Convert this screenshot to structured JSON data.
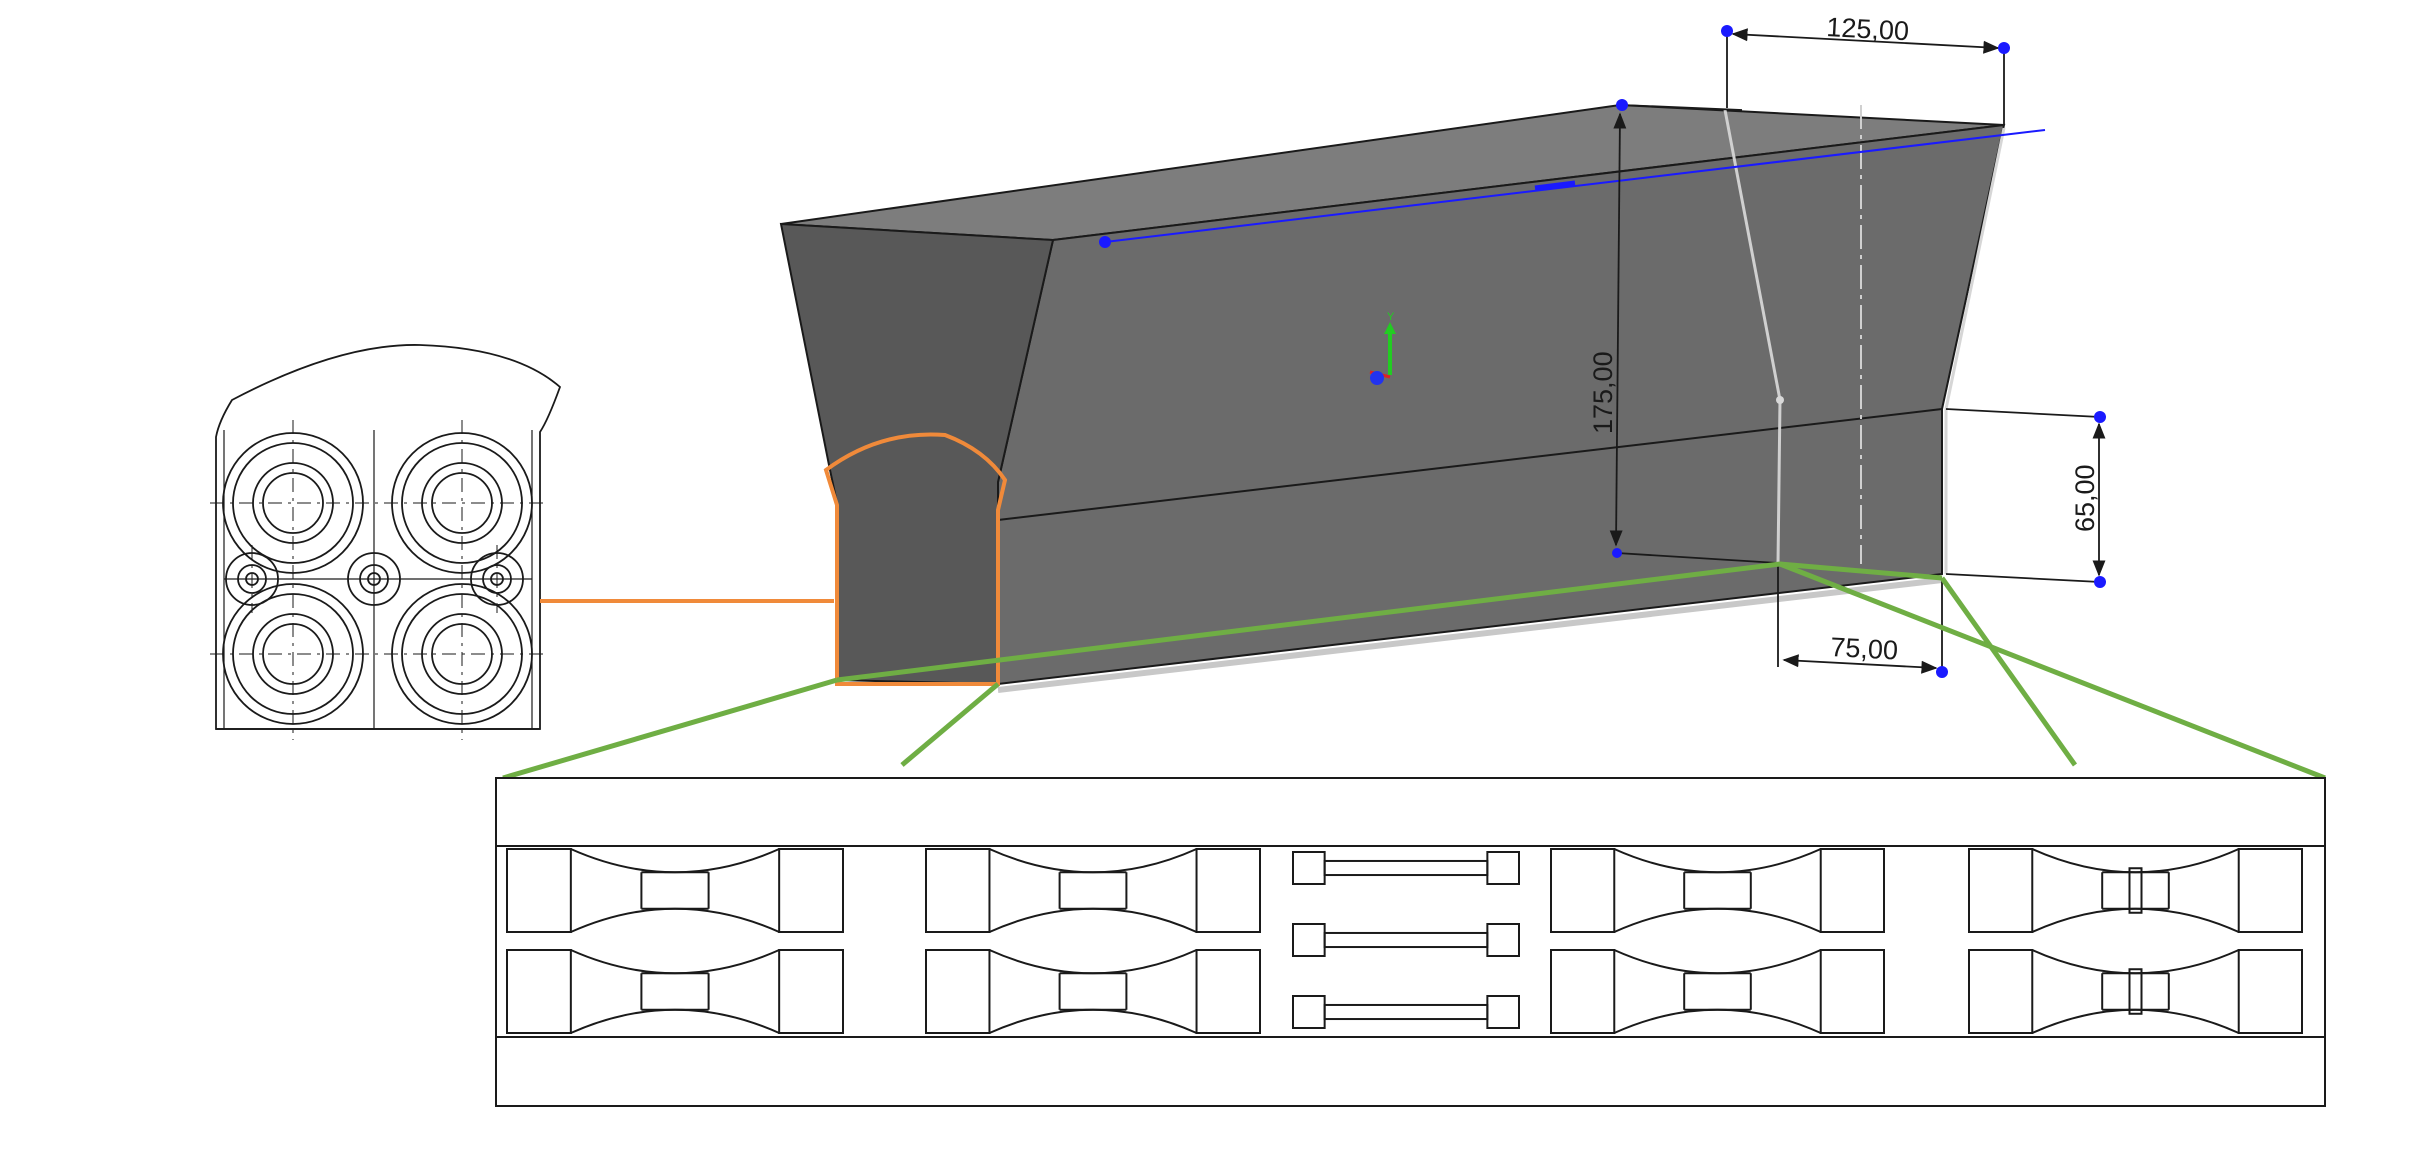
{
  "dimensions": {
    "top_width": "125,00",
    "height": "175,00",
    "side_height": "65,00",
    "bottom_width": "75,00"
  },
  "colors": {
    "background": "#ffffff",
    "top_face": "#7d7d7d",
    "front_face": "#6b6b6b",
    "left_face": "#585858",
    "sketch_blue": "#1a1aff",
    "orange_outline": "#f08a3a",
    "green_leader": "#6fae44",
    "line_black": "#1a1a1a"
  },
  "icons": {
    "triad": "coordinate-triad-icon",
    "sketch_point": "sketch-point-icon"
  },
  "triad_labels": {
    "y_axis": "Y"
  }
}
